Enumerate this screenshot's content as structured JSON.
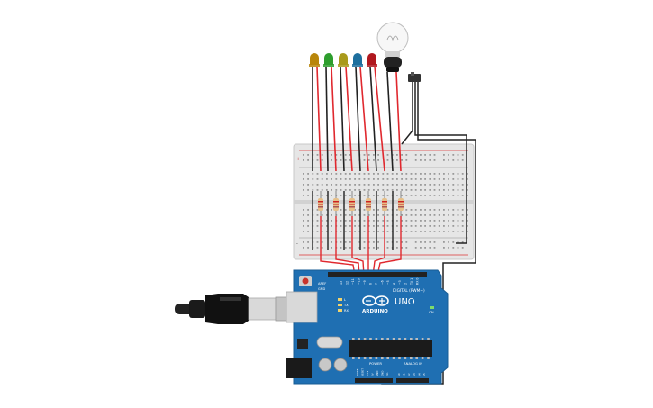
{
  "board": {
    "brand": "ARDUINO",
    "model": "UNO",
    "digital_header": "DIGITAL (PWM~)",
    "power_header": "POWER",
    "analog_header": "ANALOG IN",
    "tx": "TX",
    "rx": "RX",
    "led_l": "L",
    "on": "ON",
    "aref": "AREF",
    "gnd": "GND",
    "digital_pins": [
      "13",
      "12",
      "~11",
      "~10",
      "~9",
      "8",
      "7",
      "~6",
      "~5",
      "4",
      "~3",
      "2",
      "TX 1",
      "RX 0"
    ],
    "power_pins": [
      "IOREF",
      "RESET",
      "3.3V",
      "5V",
      "GND",
      "GND",
      "Vin"
    ],
    "analog_pins": [
      "A0",
      "A1",
      "A2",
      "A3",
      "A4",
      "A5"
    ]
  },
  "breadboard": {
    "rail_plus": "+",
    "rail_minus": "-"
  },
  "components": {
    "leds": [
      {
        "name": "led-orange",
        "color": "#b8860b"
      },
      {
        "name": "led-green",
        "color": "#2e9e2e"
      },
      {
        "name": "led-yellow",
        "color": "#a99a1b"
      },
      {
        "name": "led-blue",
        "color": "#1d6f9e"
      },
      {
        "name": "led-red",
        "color": "#b0181e"
      }
    ],
    "bulb": "light-bulb-icon",
    "switch": "slide-switch-icon",
    "usb": "usb-cable-icon"
  },
  "colors": {
    "wire_red": "#e0282e",
    "wire_black": "#222222",
    "board_blue": "#1f6fb2",
    "breadboard": "#e9e9e9"
  }
}
